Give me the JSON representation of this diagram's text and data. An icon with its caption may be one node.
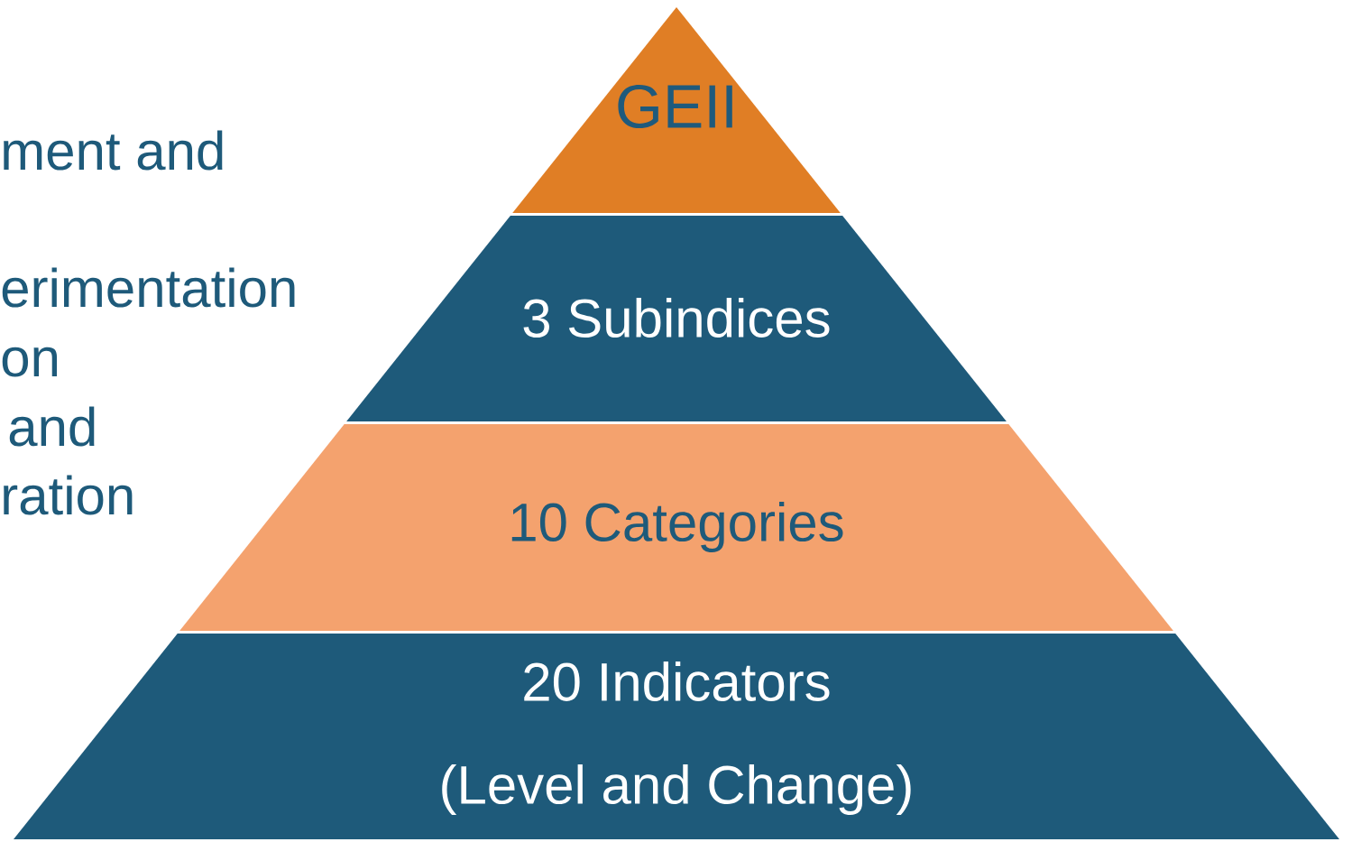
{
  "diagram": {
    "nodes": [
      {
        "text": [
          "GEII"
        ]
      },
      {
        "text": [
          "3 Subindices"
        ]
      },
      {
        "text": [
          "10 Categories"
        ]
      },
      {
        "text": [
          "20 Indicators",
          "(Level and Change)"
        ]
      }
    ],
    "labels": [
      "ment and",
      "erimentation",
      "on",
      "and",
      "ration"
    ]
  }
}
